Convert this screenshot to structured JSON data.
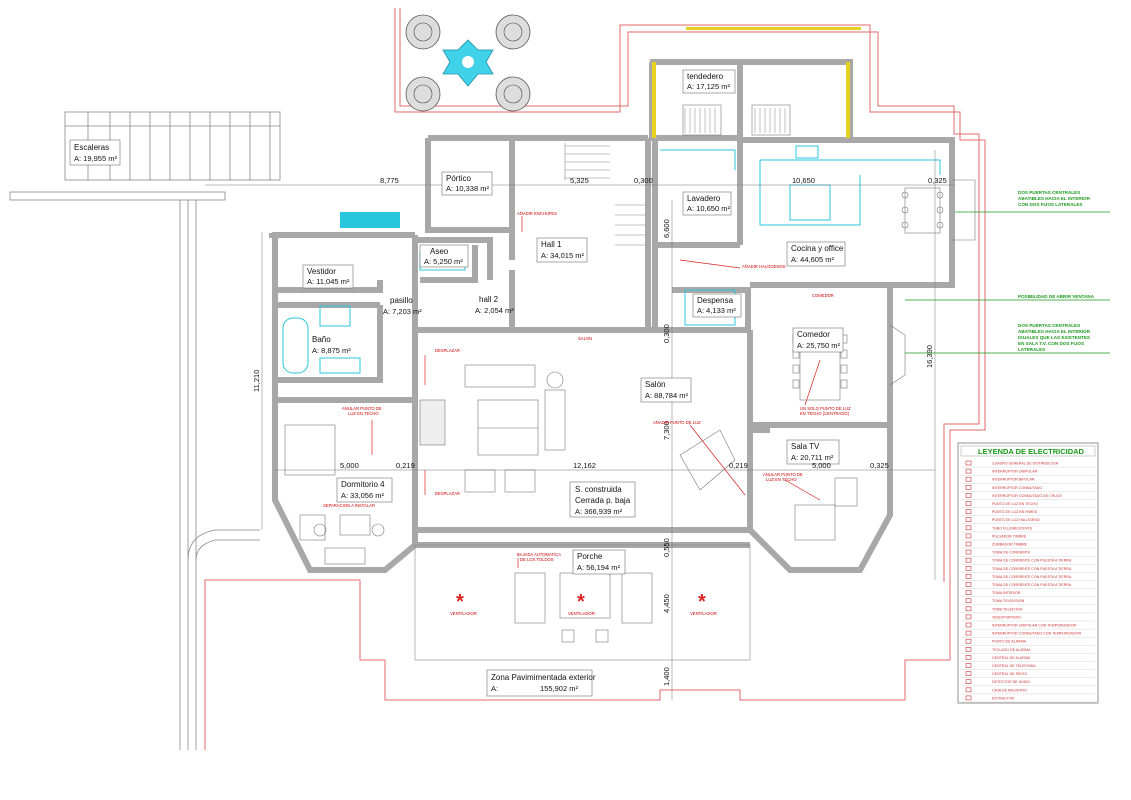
{
  "rooms": {
    "escaleras": {
      "name": "Escaleras",
      "area": "A:  19,955 m²"
    },
    "portico": {
      "name": "Pórtico",
      "area": "A:  10,338 m²"
    },
    "hall1": {
      "name": "Hall 1",
      "area": "A:  34,015 m²"
    },
    "tendedero": {
      "name": "tendedero",
      "area": "A:  17,125 m²"
    },
    "lavadero": {
      "name": "Lavadero",
      "area": "A:  10,650 m²"
    },
    "cocina": {
      "name": "Cocina y office",
      "area": "A:    44,605 m²"
    },
    "aseo": {
      "name": "Aseo",
      "area": "A:  5,250 m²"
    },
    "vestidor": {
      "name": "Vestidor",
      "area": "A:  11,045 m²"
    },
    "pasillo": {
      "name": "pasillo",
      "area": "A:  7,203 m²"
    },
    "hall2": {
      "name": "hall 2",
      "area": "A:  2,054 m²"
    },
    "despensa": {
      "name": "Despensa",
      "area": "A:  4,133 m²"
    },
    "comedor": {
      "name": "Comedor",
      "area": "A:  25,750 m²"
    },
    "bano": {
      "name": "Baño",
      "area": "A:  8,875 m²"
    },
    "salon": {
      "name": "Salón",
      "area": "A:  88,784 m²"
    },
    "salatv": {
      "name": "Sala TV",
      "area": "A:  20,711 m²"
    },
    "dormitorio": {
      "name": "Dormitorio 4",
      "area": "A:  33,056 m²"
    },
    "construida": {
      "name": "S. construida",
      "name2": "Cerrada p. baja",
      "area": "A:    366,939 m²"
    },
    "porche": {
      "name": "Porche",
      "area": "A:  56,194 m²"
    },
    "zona": {
      "name": "Zona Pavimimentada exterior",
      "area": "A:",
      "value": "155,902 m²"
    }
  },
  "dimensions": {
    "d8775": "8,775",
    "d5325": "5,325",
    "d0300a": "0,300",
    "d10650": "10,650",
    "d0325a": "0,325",
    "d6600": "6,600",
    "d0300b": "0,300",
    "d11210": "11,210",
    "d16390": "16,390",
    "d5000a": "5,000",
    "d0219a": "0,219",
    "d12162": "12,162",
    "d0219b": "0,219",
    "d5000b": "5,000",
    "d0325b": "0,325",
    "d7300": "7,300",
    "d0550": "0,550",
    "d4450": "4,450",
    "d1400": "1,400"
  },
  "annotations": {
    "enchufes": "AÑADIR ENCHUFES",
    "halogenos": "AÑADIR HALOGENOS",
    "comedor_small": "COMEDOR",
    "salon_small": "SALON",
    "desplazar1": "DESPLAZAR",
    "desplazar2": "DESPLAZAR",
    "luz_techo": "ANULAR PUNTO DE",
    "luz_techo2": "LUZ EN TECHO",
    "punto_luz": "AÑADIR PUNTO DE LUZ",
    "un_solo": "UN SOLO PUNTO DE LUZ",
    "un_solo2": "EN TECHO (CENTRADO)",
    "anular_salatv": "ANULAR PUNTO DE",
    "anular_salatv2": "LUZ EN TECHO",
    "separacion": "SEPARACION A INSTALAR",
    "bajada": "BAJADA AUTOMATICA",
    "bajada2": "DE LOS TOLDOS",
    "ventilador1": "VENTILADOR",
    "ventilador2": "VENTILADOR",
    "ventilador3": "VENTILADOR"
  },
  "notes": {
    "n1a": "DOS PUERTAS CENTRALES",
    "n1b": "ABATIBLES HACIA EL INTERIOR",
    "n1c": "CON DOS FIJOS LATERALES",
    "n2": "POSIBILIDAD DE ABRIR VENTANA",
    "n3a": "DOS PUERTAS CENTRALES",
    "n3b": "ABATIBLES HACIA EL INTERIOR",
    "n3c": "IGUALES QUE LAS EXISTENTES",
    "n3d": "EN SALA T.V. CON DOS FIJOS",
    "n3e": "LATERALES"
  },
  "legend": {
    "title": "LEYENDA DE ELECTRICIDAD",
    "items": [
      "CUADRO GENERAL DE DISTRIBUCION",
      "INTERRUPTOR UNIPOLAR",
      "INTERRUPTOR BIPOLAR",
      "INTERRUPTOR CONMUTADO",
      "INTERRUPTOR CONMUTADO DE CRUCE",
      "PUNTO DE LUZ EN TECHO",
      "PUNTO DE LUZ EN PARED",
      "PUNTO DE LUZ HALOGENO",
      "TUBO FLUORESCENTE",
      "PULSADOR TIMBRE",
      "ZUMBADOR TIMBRE",
      "TOMA DE CORRIENTE",
      "TOMA DE CORRIENTE CON PUESTA A TIERRA",
      "TOMA DE CORRIENTE CON PUESTA A TIERRA",
      "TOMA DE CORRIENTE CON PUESTA A TIERRA",
      "TOMA DE CORRIENTE CON PUESTA A TIERRA",
      "TOMA INTERIOR",
      "TOMA TELEVISION",
      "TOMA TELEFONO",
      "VIDEOPORTERO",
      "INTERRUPTOR UNIPOLAR CON TEMPORIZADOR",
      "INTERRUPTOR CONMUTADO CON TEMPORIZADOR",
      "PUNTO DE ALARMA",
      "TECLADO DE ALARMA",
      "CENTRAL DE ALARMA",
      "CENTRAL DE TELEFONIA",
      "CENTRAL DE RIEGO",
      "DETECTOR DE HUMO",
      "CAJA DE REGISTRO",
      "EXTRACTOR"
    ]
  }
}
